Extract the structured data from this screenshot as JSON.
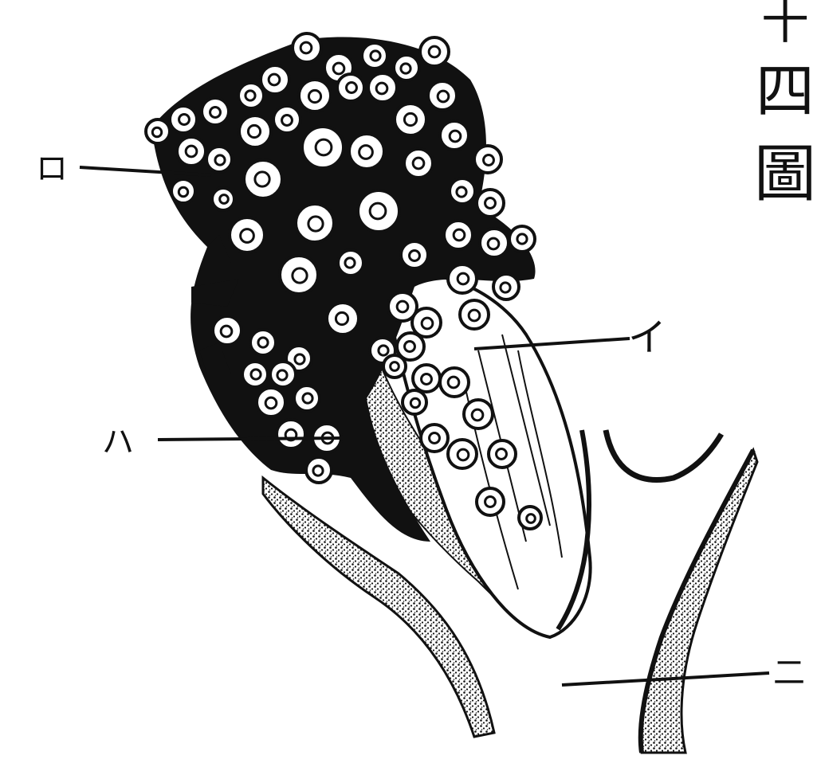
{
  "figure": {
    "title_fragment": "十四圖",
    "labels": {
      "i": "イ",
      "ro": "ロ",
      "ha": "ハ",
      "ni": "二"
    }
  },
  "colors": {
    "ink": "#111111",
    "paper": "#ffffff"
  }
}
